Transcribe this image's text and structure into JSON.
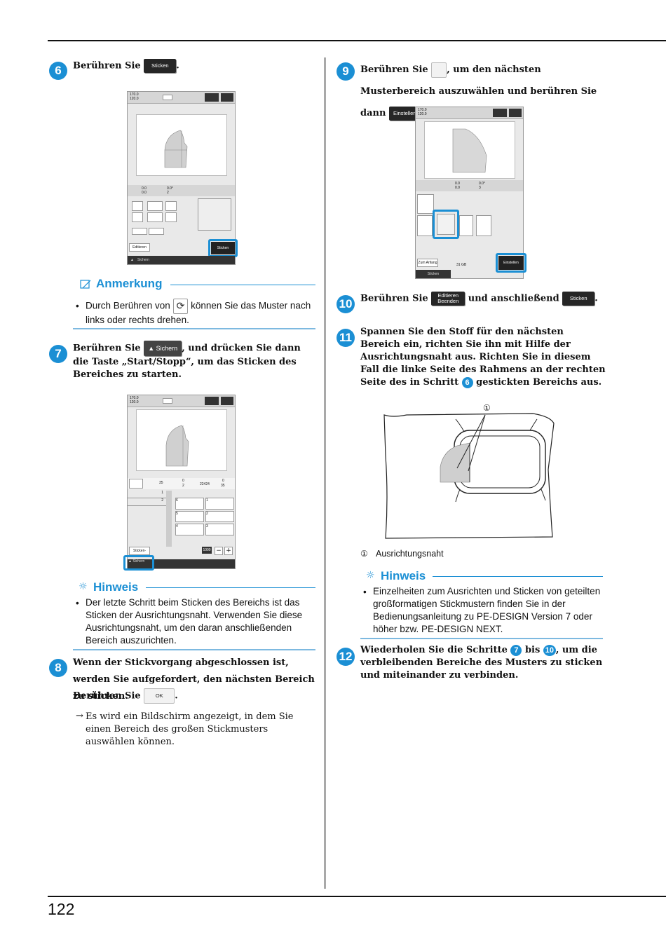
{
  "page_number": "122",
  "step6": {
    "num": "6",
    "text_a": "Berühren Sie",
    "text_b": ".",
    "button": "Sticken"
  },
  "screen6": {
    "dims_w": "170.0",
    "dims_h": "120.0",
    "coord1": "0.0",
    "coord2": "0.0",
    "angle": "0.0°",
    "count": "2",
    "btn_edit": "Editieren",
    "btn_sticken": "Sticken",
    "bar_label": "Sichern"
  },
  "anmerkung": {
    "title": "Anmerkung",
    "bullet": "•",
    "text_a": "Durch Berühren von",
    "text_b": "können Sie das Muster nach links oder rechts drehen."
  },
  "step7": {
    "num": "7",
    "text_a": "Berühren Sie",
    "button": "Sichern",
    "text_b": ", und drücken Sie dann die Taste „Start/Stopp“, um das Sticken des Bereiches zu starten."
  },
  "screen7": {
    "dims_w": "170.0",
    "dims_h": "120.0",
    "v1": "35",
    "v2": "0",
    "v3": "2",
    "v4": "22424",
    "v5": "0",
    "v6": "35",
    "speed": "1000",
    "btn_sticken": "Sticken-",
    "bar_label": "Sichern",
    "list": [
      "1",
      "2"
    ],
    "grid": [
      "6",
      "1",
      "5",
      "2",
      "4",
      "3"
    ]
  },
  "hinweis1": {
    "title": "Hinweis",
    "bullet": "•",
    "text": "Der letzte Schritt beim Sticken des Bereichs ist das Sticken der Ausrichtungsnaht. Verwenden Sie diese Ausrichtungsnaht, um den daran anschließenden Bereich auszurichten."
  },
  "step8": {
    "num": "8",
    "text_a": "Wenn der Stickvorgang abgeschlossen ist, werden Sie aufgefordert, den nächsten Bereich zu sticken.",
    "text_b": "Berühren Sie",
    "text_c": ".",
    "button": "OK",
    "arrow": "→",
    "result": "Es wird ein Bildschirm angezeigt, in dem Sie einen Bereich des großen Stickmusters auswählen können."
  },
  "step9": {
    "num": "9",
    "text_a": "Berühren Sie",
    "text_b": ", um den nächsten Musterbereich auszuwählen und berühren Sie dann",
    "text_c": ".",
    "button": "Einstellen"
  },
  "screen9": {
    "dims_w": "170.0",
    "dims_h": "120.0",
    "c1": "0.0",
    "c2": "0.0",
    "angle": "0.0°",
    "count": "3",
    "btn_start": "Zum Anfang",
    "btn_sticken": "Sticken",
    "mem": "31 GB",
    "btn_einstellen": "Einstellen"
  },
  "step10": {
    "num": "10",
    "text_a": "Berühren Sie",
    "text_b": "und anschließend",
    "text_c": ".",
    "button1": "Editieren Beenden",
    "button2": "Sticken"
  },
  "step11": {
    "num": "11",
    "text_a": "Spannen Sie den Stoff für den nächsten Bereich ein, richten Sie ihn mit Hilfe der Ausrichtungsnaht aus. Richten Sie in diesem Fall die linke Seite des Rahmens an der rechten Seite des in Schritt",
    "ref": "6",
    "text_b": "gestickten Bereichs aus."
  },
  "figure11": {
    "callout": "①",
    "legend_num": "①",
    "legend_text": "Ausrichtungsnaht"
  },
  "hinweis2": {
    "title": "Hinweis",
    "bullet": "•",
    "text": "Einzelheiten zum Ausrichten und Sticken von geteilten großformatigen Stickmustern finden Sie in der Bedienungsanleitung zu PE-DESIGN Version 7 oder höher bzw. PE-DESIGN NEXT."
  },
  "step12": {
    "num": "12",
    "text_a": "Wiederholen Sie die Schritte",
    "ref1": "7",
    "text_b": "bis",
    "ref2": "10",
    "text_c": ", um die verbleibenden Bereiche des Musters zu sticken und miteinander zu verbinden."
  },
  "colors": {
    "accent": "#1b8fd4",
    "dark": "#222222"
  }
}
